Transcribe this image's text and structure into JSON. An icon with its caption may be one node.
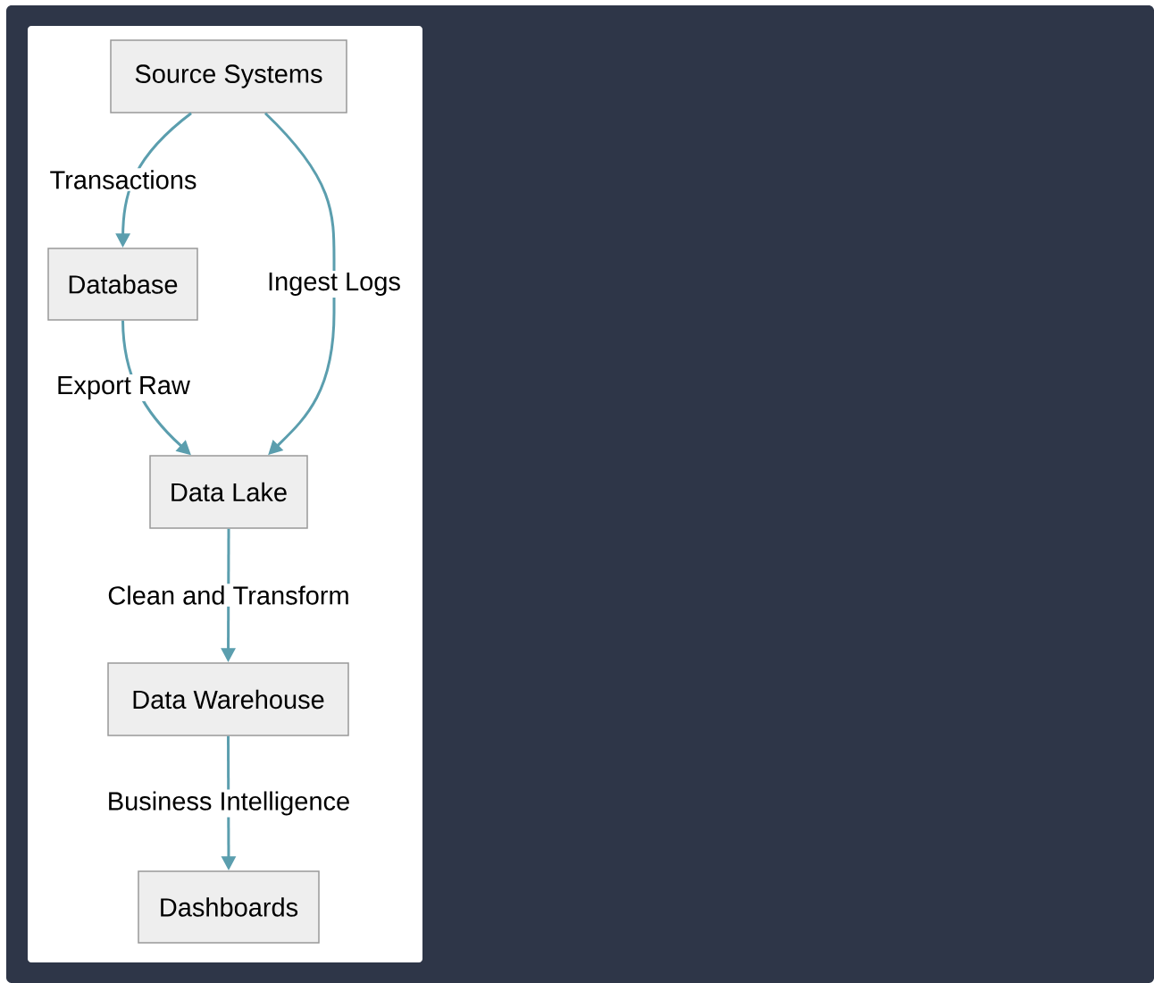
{
  "diagram": {
    "nodes": [
      {
        "text": [
          "Source Systems"
        ]
      },
      {
        "text": [
          "Database"
        ]
      },
      {
        "text": [
          "Data Lake"
        ]
      },
      {
        "text": [
          "Data Warehouse"
        ]
      },
      {
        "text": [
          "Dashboards"
        ]
      }
    ],
    "edges": [
      {
        "from": 0,
        "to": 1,
        "arrow": "to",
        "label": "Transactions"
      },
      {
        "from": 0,
        "to": 2,
        "arrow": "to",
        "label": "Ingest Logs"
      },
      {
        "from": 1,
        "to": 2,
        "arrow": "to",
        "label": "Export Raw"
      },
      {
        "from": 2,
        "to": 3,
        "arrow": "to",
        "label": "Clean and Transform"
      },
      {
        "from": 3,
        "to": 4,
        "arrow": "to",
        "label": "Business Intelligence"
      }
    ]
  }
}
